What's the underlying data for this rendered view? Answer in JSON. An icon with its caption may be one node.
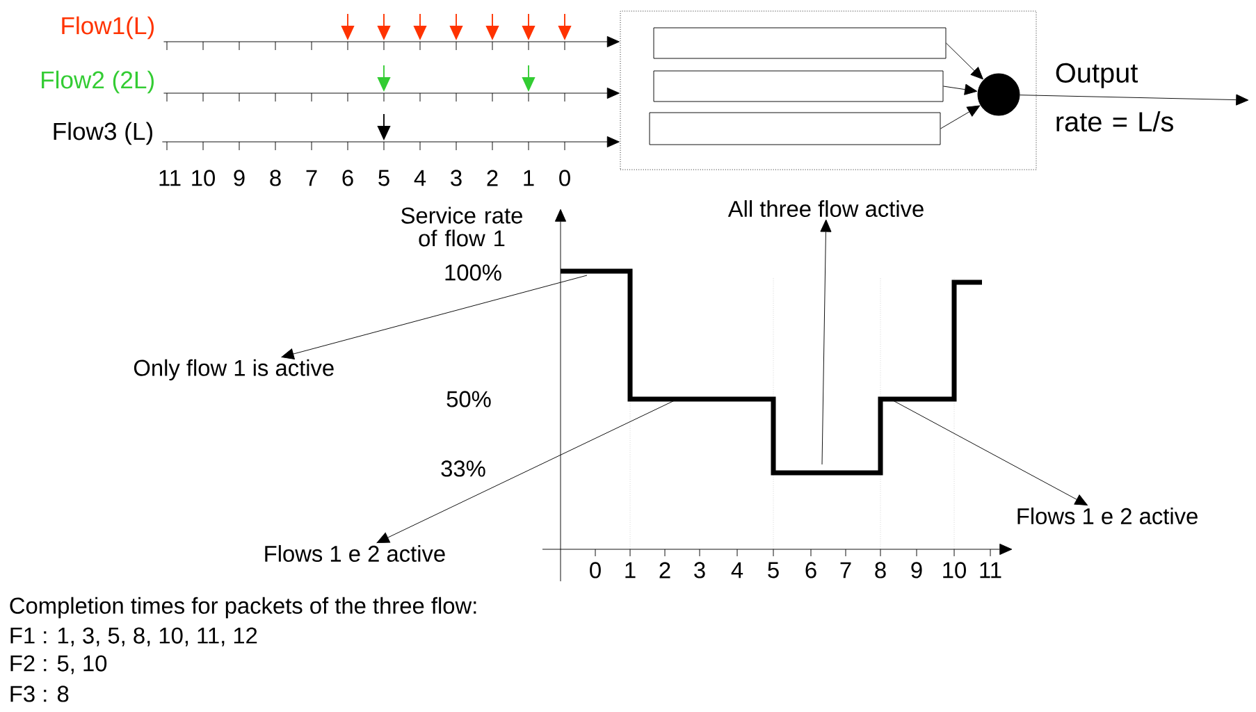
{
  "diagram": {
    "nodes": [
      {
        "text": [
          "Flow1(L)"
        ]
      },
      {
        "text": [
          "Flow2 (2L)"
        ]
      },
      {
        "text": [
          "Flow3 (L)"
        ]
      },
      {
        "text": [],
        "shape": "box"
      },
      {
        "text": [],
        "shape": "bar",
        "in": 3
      },
      {
        "text": [],
        "shape": "bar",
        "in": 3
      },
      {
        "text": [],
        "shape": "bar",
        "in": 3
      },
      {
        "text": [],
        "shape": "circle",
        "in": 3
      },
      {
        "text": [
          "Only flow 1 is active"
        ]
      },
      {
        "text": [
          "Flows 1 e 2 active"
        ]
      },
      {
        "text": [
          "All three flow active"
        ]
      },
      {
        "text": [
          "Flows 1 e 2 active"
        ]
      }
    ],
    "edges": [
      {
        "from": 0,
        "to": 3,
        "arrow": "to"
      },
      {
        "from": 1,
        "to": 3,
        "arrow": "to"
      },
      {
        "from": 2,
        "to": 3,
        "arrow": "to"
      },
      {
        "from": 4,
        "to": 7,
        "arrow": "to"
      },
      {
        "from": 5,
        "to": 7,
        "arrow": "to"
      },
      {
        "from": 6,
        "to": 7,
        "arrow": "to"
      },
      {
        "from": 7,
        "to": null,
        "arrow": "to",
        "label": "Output rate = L/s"
      },
      {
        "from": null,
        "to": 8,
        "arrow": "to"
      },
      {
        "from": null,
        "to": 9,
        "arrow": "to"
      },
      {
        "from": null,
        "to": 10,
        "arrow": "to"
      },
      {
        "from": null,
        "to": 11,
        "arrow": "to"
      }
    ],
    "labels": [
      "11",
      "10",
      "9",
      "8",
      "7",
      "6",
      "5",
      "4",
      "3",
      "2",
      "1",
      "0",
      "Service rate of flow 1",
      "100%",
      "50%",
      "33%",
      "0",
      "1",
      "2",
      "3",
      "4",
      "5",
      "6",
      "7",
      "8",
      "9",
      "10",
      "11",
      "Completion times for packets of the three flow:",
      "F1 : 1, 3, 5, 8, 10, 11, 12",
      "F2 : 5, 10",
      "F3 : 8"
    ]
  }
}
